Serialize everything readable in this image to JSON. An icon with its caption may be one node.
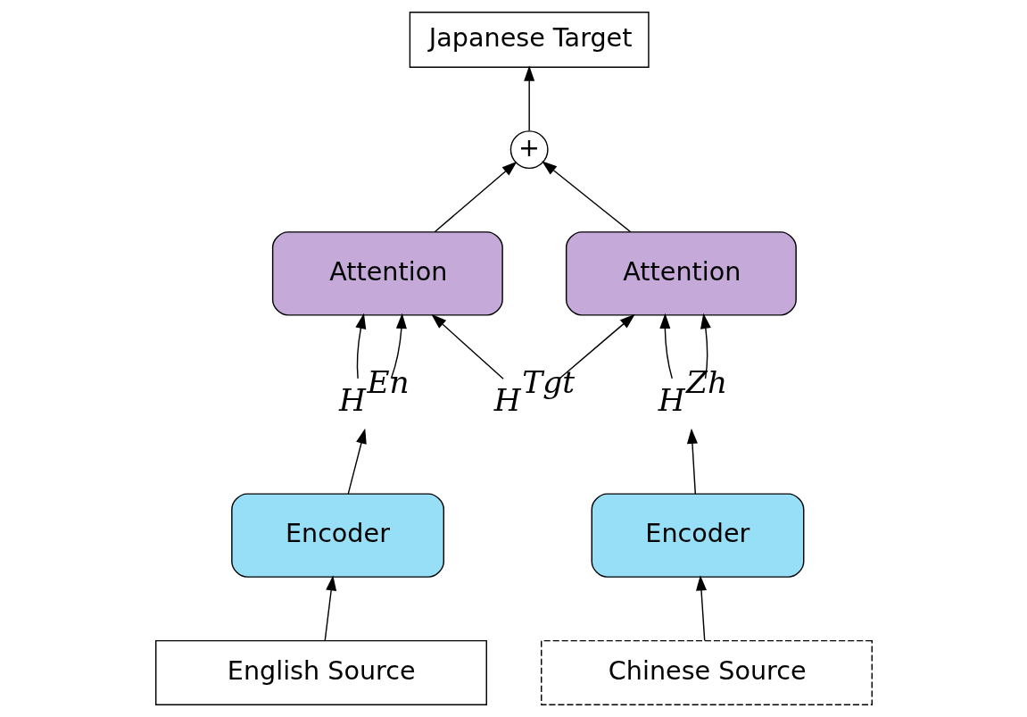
{
  "diagram": {
    "nodes": [
      {
        "text": [
          "Japanese Target"
        ]
      },
      {
        "text": [
          "+"
        ]
      },
      {
        "text": [
          "Attention"
        ]
      },
      {
        "text": [
          "Attention"
        ]
      },
      {
        "text": [
          "H$^{En}$"
        ]
      },
      {
        "text": [
          "H$^{Tgt}$"
        ]
      },
      {
        "text": [
          "H$^{Zh}$"
        ]
      },
      {
        "text": [
          "Encoder"
        ]
      },
      {
        "text": [
          "Encoder"
        ]
      },
      {
        "text": [
          "English Source"
        ]
      },
      {
        "text": [
          "Chinese Source"
        ]
      }
    ],
    "edges": [
      {
        "from": 1,
        "to": 0,
        "arrow": "to"
      },
      {
        "from": 2,
        "to": 1,
        "arrow": "to"
      },
      {
        "from": 3,
        "to": 1,
        "arrow": "to"
      },
      {
        "from": 4,
        "to": 2,
        "arrow": "to"
      },
      {
        "from": 4,
        "to": 2,
        "arrow": "to"
      },
      {
        "from": 5,
        "to": 2,
        "arrow": "to"
      },
      {
        "from": 5,
        "to": 3,
        "arrow": "to"
      },
      {
        "from": 6,
        "to": 3,
        "arrow": "to"
      },
      {
        "from": 6,
        "to": 3,
        "arrow": "to"
      },
      {
        "from": 7,
        "to": 4,
        "arrow": "to"
      },
      {
        "from": 8,
        "to": 6,
        "arrow": "to"
      },
      {
        "from": 9,
        "to": 7,
        "arrow": "to"
      },
      {
        "from": 10,
        "to": 8,
        "arrow": "to"
      }
    ]
  }
}
